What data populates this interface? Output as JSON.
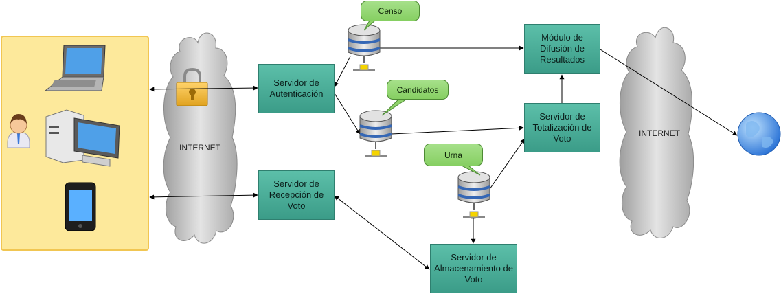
{
  "clouds": {
    "left_label": "INTERNET",
    "right_label": "INTERNET"
  },
  "servers": {
    "auth": "Servidor de Autenticación",
    "reception": "Servidor de Recepción de Voto",
    "storage": "Servidor de Almacenamiento de Voto",
    "totalization": "Servidor de Totalización de Voto",
    "broadcast": "Módulo de Difusión de Resultados"
  },
  "databases": {
    "censo": "Censo",
    "candidatos": "Candidatos",
    "urna": "Urna"
  },
  "icons": {
    "user": "user-icon",
    "laptop": "laptop-icon",
    "desktop": "desktop-computer-icon",
    "phone": "smartphone-icon",
    "lock": "padlock-icon",
    "globe": "globe-icon",
    "database": "database-icon"
  },
  "colors": {
    "server_fill": "#4aae98",
    "callout_fill": "#92d46f",
    "client_panel": "#fde99b",
    "cloud": "#c9c9c9"
  }
}
